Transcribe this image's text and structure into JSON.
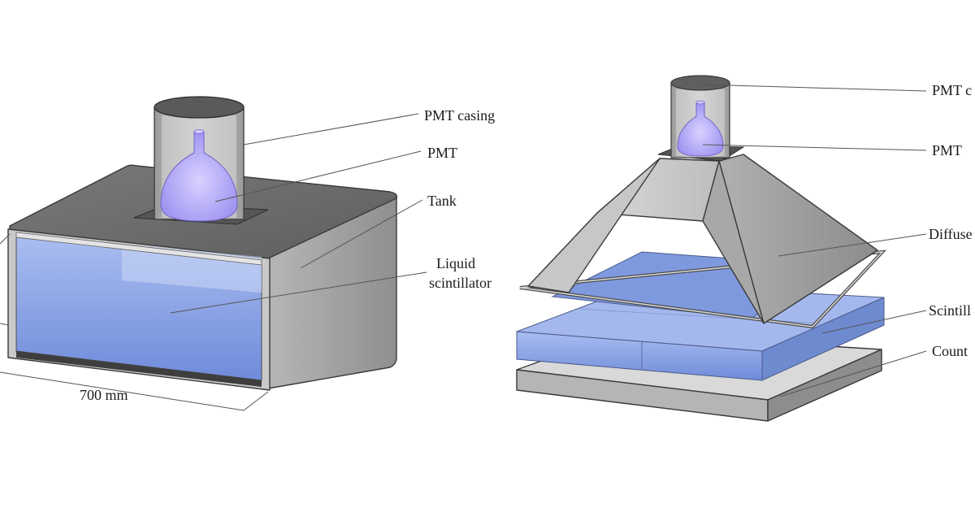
{
  "left_figure": {
    "labels": {
      "pmt_casing": "PMT casing",
      "pmt": "PMT",
      "tank": "Tank",
      "liquid_line1": "Liquid",
      "liquid_line2": "scintillator"
    },
    "dimension": "700 mm"
  },
  "right_figure": {
    "labels": {
      "pmt_casing": "PMT c",
      "pmt": "PMT",
      "diffuser": "Diffuse",
      "scintillator": "Scintill",
      "counter": "Count"
    }
  },
  "colors": {
    "tank_gray": "#a9a9a9",
    "lid_dark": "#6d6d6d",
    "liquid_blue": "#7d98e0",
    "pmt_violet": "#b8b0f5",
    "slab_blue": "#6f8fd8"
  }
}
